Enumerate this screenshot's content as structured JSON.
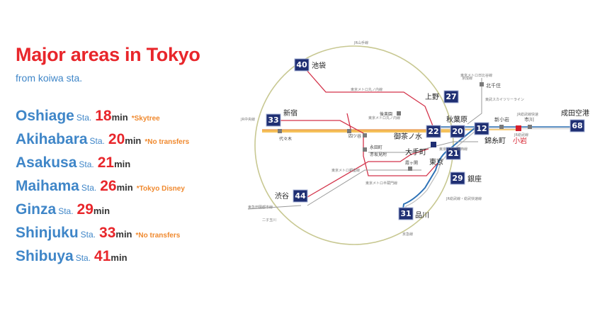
{
  "header": {
    "title": "Major areas in Tokyo",
    "subtitle": "from koiwa sta."
  },
  "stations": [
    {
      "name": "Oshiage",
      "suffix": "Sta.",
      "minutes": "18",
      "unit": "min",
      "note": "*Skytree"
    },
    {
      "name": "Akihabara",
      "suffix": "Sta.",
      "minutes": "20",
      "unit": "min",
      "note": "*No transfers"
    },
    {
      "name": "Asakusa",
      "suffix": "Sta.",
      "minutes": "21",
      "unit": "min",
      "note": ""
    },
    {
      "name": "Maihama",
      "suffix": "Sta.",
      "minutes": "26",
      "unit": "min",
      "note": "*Tokyo Disney"
    },
    {
      "name": "Ginza",
      "suffix": "Sta.",
      "minutes": "29",
      "unit": "min",
      "note": ""
    },
    {
      "name": "Shinjuku",
      "suffix": "Sta.",
      "minutes": "33",
      "unit": "min",
      "note": "*No transfers"
    },
    {
      "name": "Shibuya",
      "suffix": "Sta.",
      "minutes": "41",
      "unit": "min",
      "note": ""
    }
  ],
  "map": {
    "labels": {
      "ikebukuro": "池袋",
      "ueno": "上野",
      "shinjuku": "新宿",
      "akihabara": "秋葉原",
      "ochanomizu": "御茶ノ水",
      "otemachi": "大手町",
      "tokyo": "東京",
      "ginza": "銀座",
      "kinshicho": "錦糸町",
      "koiwa": "小岩",
      "narita": "成田空港",
      "shibuya": "渋谷",
      "shinagawa": "品川",
      "kitasenju": "北千住",
      "shinkoiwa": "新小岩",
      "ichikawa": "市川",
      "korakuen": "後楽園",
      "yotsuya": "四ツ谷",
      "nagatacho": "永田町",
      "akasakamitsuke": "赤坂見附",
      "kasumigaseki": "霞ヶ関",
      "yoyogi": "代々木"
    },
    "badges": {
      "ikebukuro": "40",
      "ueno": "27",
      "shinjuku": "33",
      "ochanomizu": "22",
      "akihabara": "20",
      "kinshicho": "12",
      "narita": "68",
      "tokyo": "21",
      "ginza": "29",
      "shibuya": "44",
      "shinagawa": "31"
    },
    "small_labels": {
      "yamanote_top": "JR山手線",
      "marunouchi_top": "東京メトロ丸ノ内線",
      "chuo_west": "JR中央線",
      "tozai": "東京メトロ東西線",
      "hibiya": "東京メトロ日比谷線",
      "skytree_line": "東武スカイツリーライン",
      "sobu_rapid": "JR総武線快速",
      "sobu_local": "JR総武線",
      "ginza_line": "東京メトロ銀座線",
      "hanzomon": "東京メトロ半蔵門線",
      "marunouchi_mid": "東京メトロ丸ノ内線",
      "denentoshi": "東急田園都市線",
      "futakotamagawa": "二子玉川",
      "keikyu": "京急線",
      "keisei": "京成線",
      "sobu_lower": "JR総武線・総武快速線"
    }
  }
}
